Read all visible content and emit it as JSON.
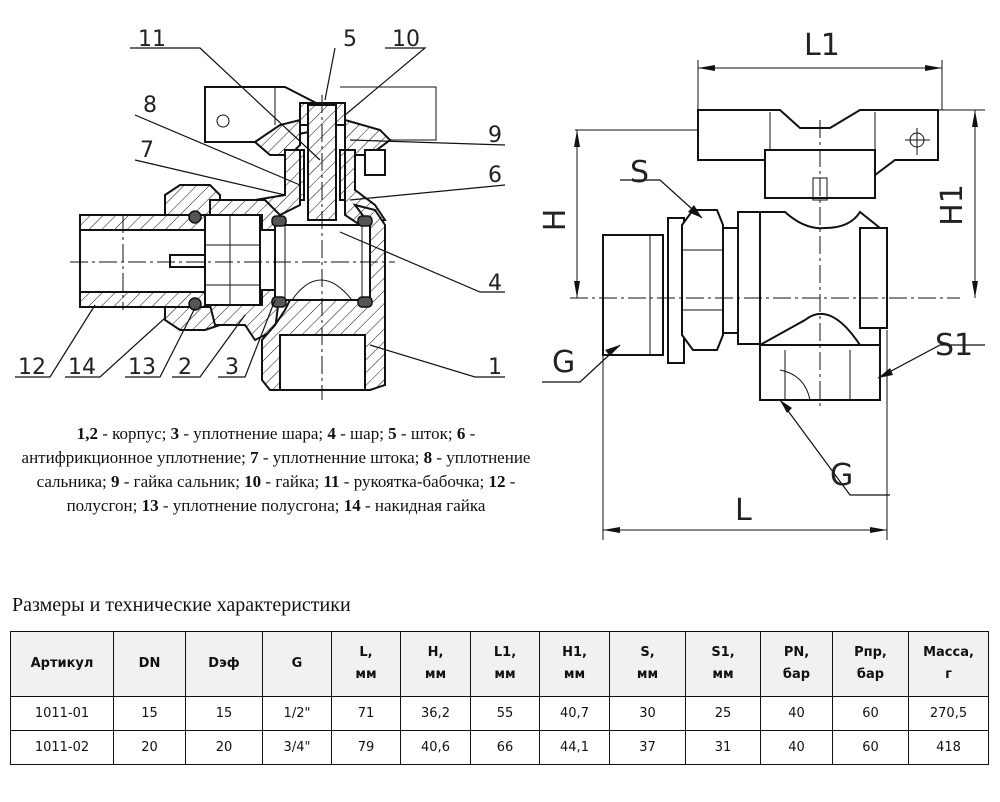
{
  "section_view": {
    "part_labels": [
      "11",
      "5",
      "10",
      "8",
      "9",
      "7",
      "6",
      "4",
      "12",
      "14",
      "13",
      "2",
      "3",
      "1"
    ]
  },
  "exterior_view": {
    "dimension_labels": {
      "L1": "L1",
      "H": "H",
      "H1": "H1",
      "S": "S",
      "S1": "S1",
      "G_left": "G",
      "G_bottom": "G",
      "L": "L"
    }
  },
  "legend": {
    "items": [
      {
        "num": "1,2",
        "text": " - корпус; "
      },
      {
        "num": "3",
        "text": " - уплотнение шара; "
      },
      {
        "num": "4",
        "text": " - шар; "
      },
      {
        "num": "5",
        "text": " - шток; "
      },
      {
        "num": "6",
        "text": " - антифрикционное уплотнение; "
      },
      {
        "num": "7",
        "text": " - уплотненние штока; "
      },
      {
        "num": "8",
        "text": " - уплотнение сальника; "
      },
      {
        "num": "9",
        "text": " - гайка сальник; "
      },
      {
        "num": "10",
        "text": " - гайка; "
      },
      {
        "num": "11",
        "text": " - рукоятка-бабочка; "
      },
      {
        "num": "12",
        "text": " - полусгон; "
      },
      {
        "num": "13",
        "text": " - уплотнение полусгона; "
      },
      {
        "num": "14",
        "text": " - накидная гайка"
      }
    ]
  },
  "spec": {
    "title": "Размеры и технические характеристики",
    "columns": [
      {
        "line1": "Артикул",
        "line2": ""
      },
      {
        "line1": "DN",
        "line2": ""
      },
      {
        "line1": "Dэф",
        "line2": ""
      },
      {
        "line1": "G",
        "line2": ""
      },
      {
        "line1": "L,",
        "line2": "мм"
      },
      {
        "line1": "H,",
        "line2": "мм"
      },
      {
        "line1": "L1,",
        "line2": "мм"
      },
      {
        "line1": "H1,",
        "line2": "мм"
      },
      {
        "line1": "S,",
        "line2": "мм"
      },
      {
        "line1": "S1,",
        "line2": "мм"
      },
      {
        "line1": "PN,",
        "line2": "бар"
      },
      {
        "line1": "Pпр,",
        "line2": "бар"
      },
      {
        "line1": "Масса,",
        "line2": "г"
      }
    ],
    "rows": [
      [
        "1011-01",
        "15",
        "15",
        "1/2\"",
        "71",
        "36,2",
        "55",
        "40,7",
        "30",
        "25",
        "40",
        "60",
        "270,5"
      ],
      [
        "1011-02",
        "20",
        "20",
        "3/4\"",
        "79",
        "40,6",
        "66",
        "44,1",
        "37",
        "31",
        "40",
        "60",
        "418"
      ]
    ]
  }
}
